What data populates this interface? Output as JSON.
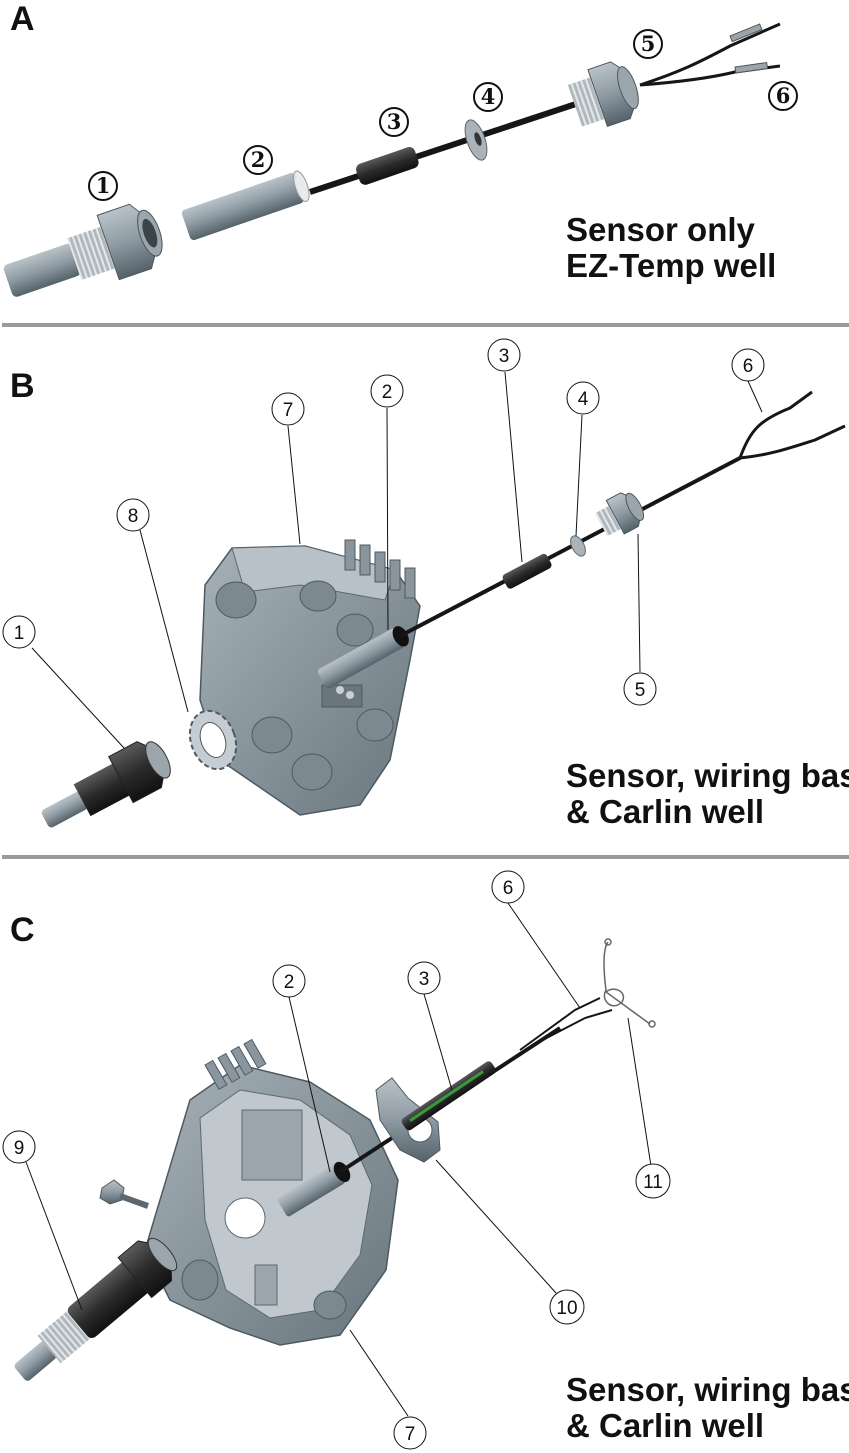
{
  "panels": [
    {
      "letter": "A",
      "caption": [
        "Sensor only",
        "EZ-Temp well"
      ],
      "callouts": [
        "1",
        "2",
        "3",
        "4",
        "5",
        "6"
      ]
    },
    {
      "letter": "B",
      "caption": [
        "Sensor, wiring base",
        "& Carlin well"
      ],
      "callouts": [
        "1",
        "2",
        "3",
        "4",
        "5",
        "6",
        "7",
        "8"
      ]
    },
    {
      "letter": "C",
      "caption": [
        "Sensor, wiring base",
        "& Carlin well"
      ],
      "callouts": [
        "2",
        "3",
        "6",
        "7",
        "9",
        "10",
        "11"
      ]
    }
  ],
  "colors": {
    "part_gray": "#8e9aa3",
    "part_dark": "#5c6870",
    "divider": "#9a9a9a",
    "cable": "#161616",
    "green_stripe": "#3a9a3a"
  }
}
